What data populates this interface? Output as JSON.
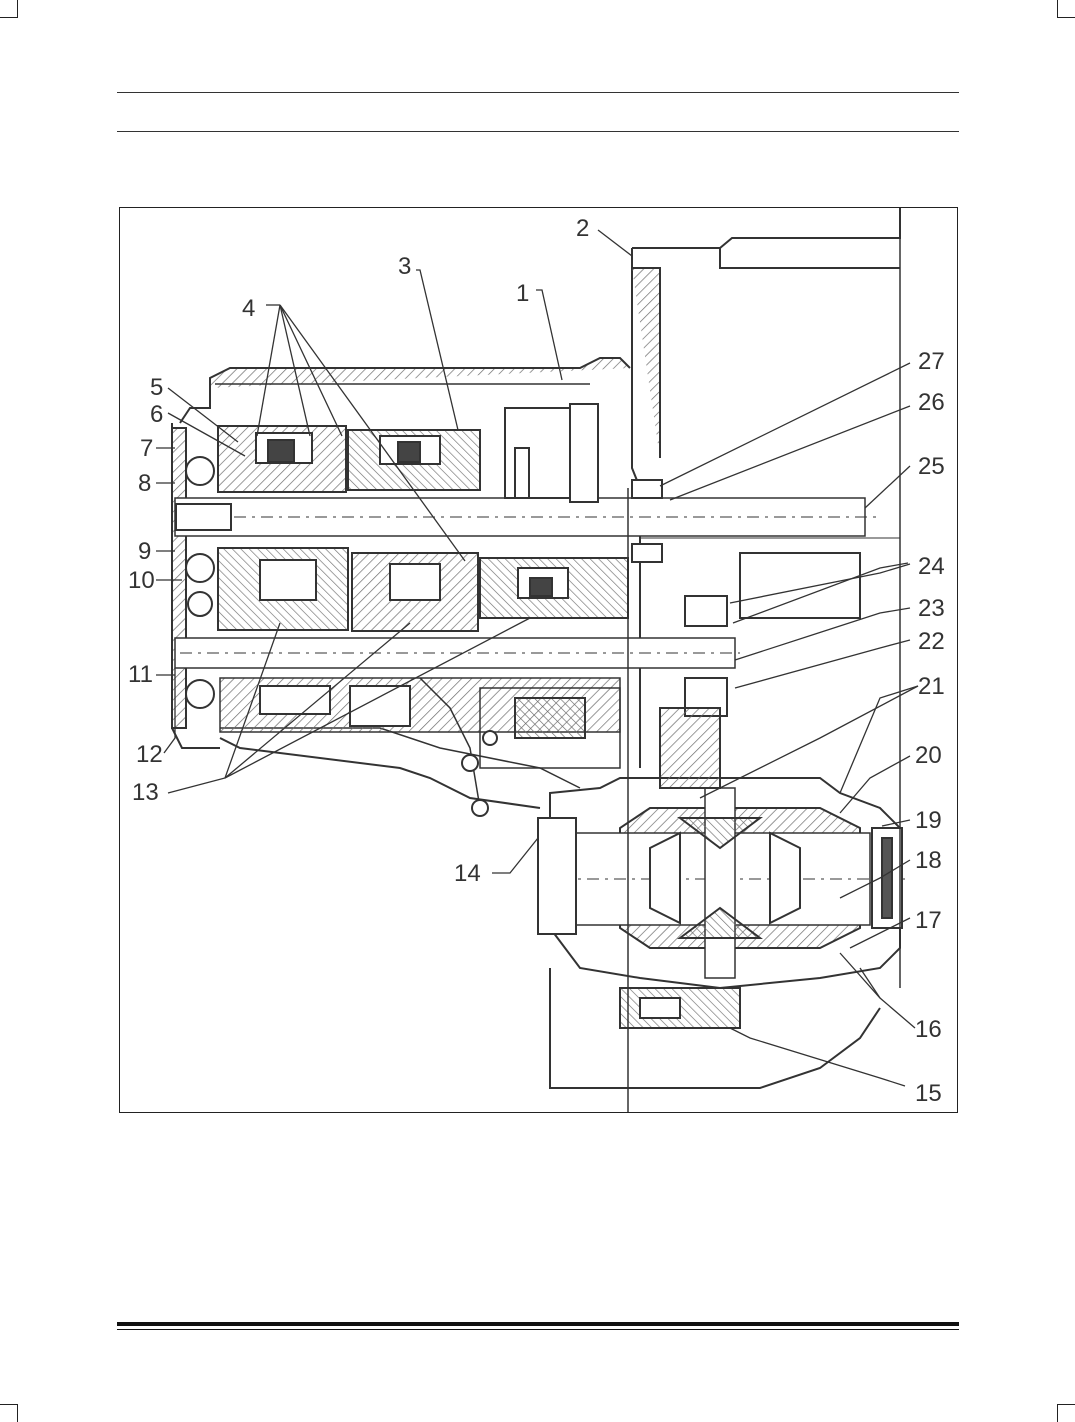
{
  "figure": {
    "labels": [
      "1",
      "2",
      "3",
      "4",
      "5",
      "6",
      "7",
      "8",
      "9",
      "10",
      "11",
      "12",
      "13",
      "14",
      "15",
      "16",
      "17",
      "18",
      "19",
      "20",
      "21",
      "22",
      "23",
      "24",
      "25",
      "26",
      "27"
    ]
  },
  "colors": {
    "ink": "#333333",
    "hatch": "#7a7a7a",
    "paper": "#ffffff"
  }
}
